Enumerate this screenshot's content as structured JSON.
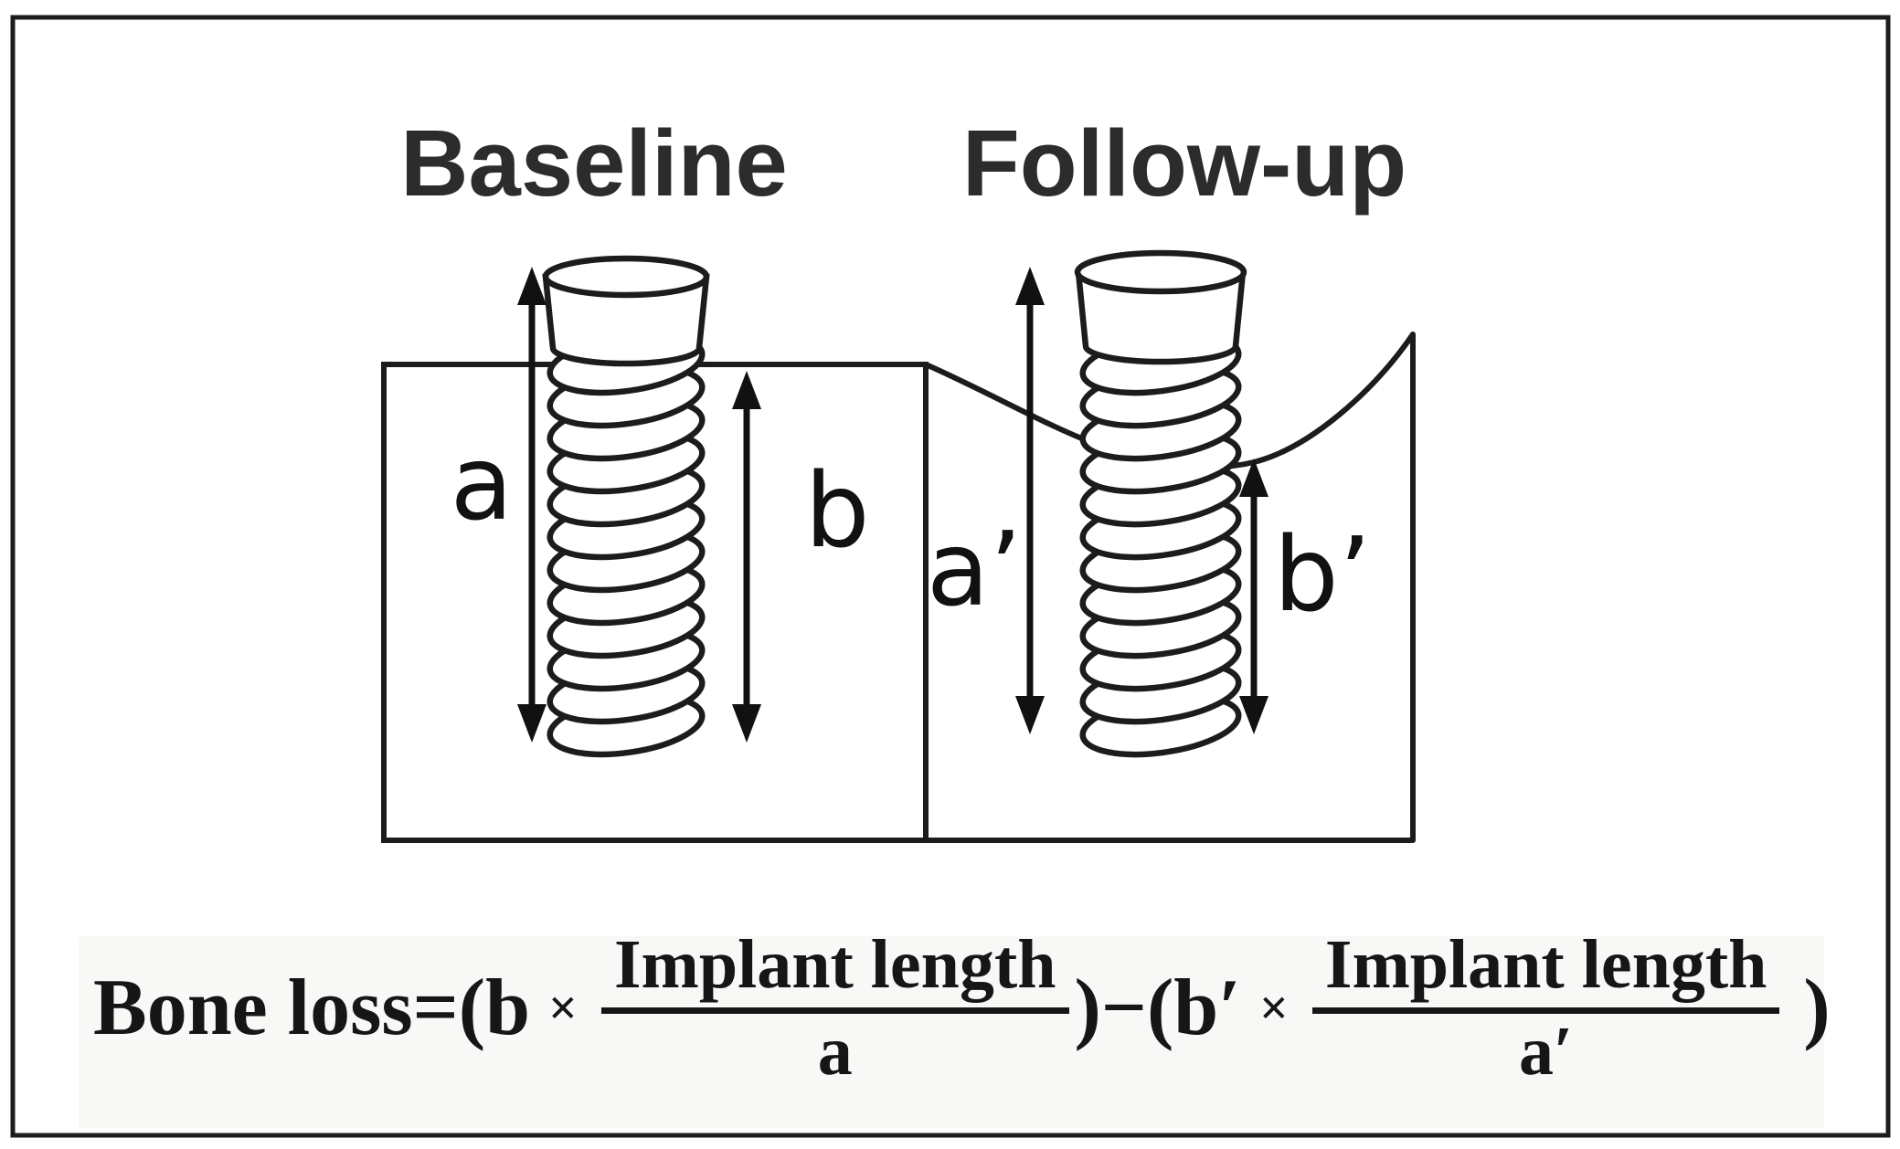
{
  "figure": {
    "background": "#ffffff",
    "line_color": "#1c1c1c",
    "panels": [
      {
        "title": "Baseline",
        "implant_length_label": "a",
        "bone_to_apex_label": "b"
      },
      {
        "title": "Follow-up",
        "implant_length_label": "a’",
        "bone_to_apex_label": "b’"
      }
    ],
    "formula": {
      "part1": "Bone loss=(b",
      "times1": "×",
      "fraction1": {
        "numerator": "Implant length",
        "denominator": "a"
      },
      "part2": ")−(b′",
      "times2": "×",
      "fraction2": {
        "numerator": "Implant length",
        "denominator": "a′"
      },
      "part3": ")"
    }
  }
}
